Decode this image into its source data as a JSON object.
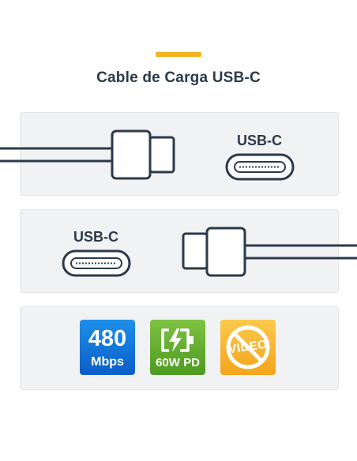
{
  "header": {
    "title": "Cable de Carga USB-C"
  },
  "panels": [
    {
      "port_label": "USB-C"
    },
    {
      "port_label": "USB-C"
    }
  ],
  "badges": {
    "speed": {
      "value": "480",
      "unit": "Mbps",
      "icon": "data-speed-icon"
    },
    "power": {
      "label": "60W PD",
      "icon": "battery-charging-icon"
    },
    "video": {
      "label": "VIDEO",
      "icon": "no-video-icon"
    }
  },
  "colors": {
    "accent": "#f5b41e",
    "title": "#2b3a4a",
    "speed_badge": "#0a5ec8",
    "power_badge": "#4e9a21",
    "video_badge": "#f4a41c"
  }
}
